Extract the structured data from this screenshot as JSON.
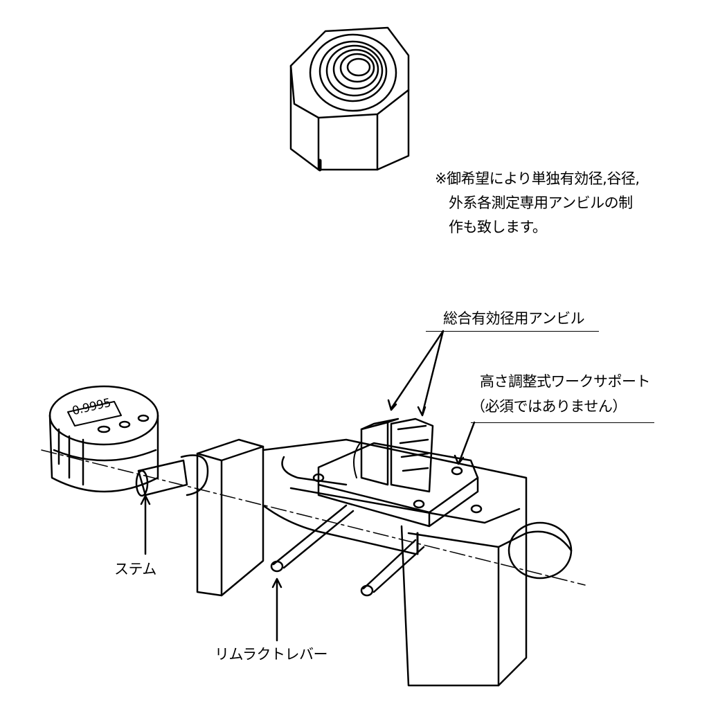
{
  "note": {
    "lines": [
      "※御希望により単独有効径,谷径,",
      "外系各測定専用アンビルの制",
      "作も致します。"
    ]
  },
  "labels": {
    "anvil": "総合有効径用アンビル",
    "work_support_line1": "高さ調整式ワークサポート",
    "work_support_line2": "（必須ではありません）",
    "stem": "ステム",
    "retract_lever": "リムラクトレバー"
  },
  "indicator": {
    "reading": "0.9995"
  }
}
